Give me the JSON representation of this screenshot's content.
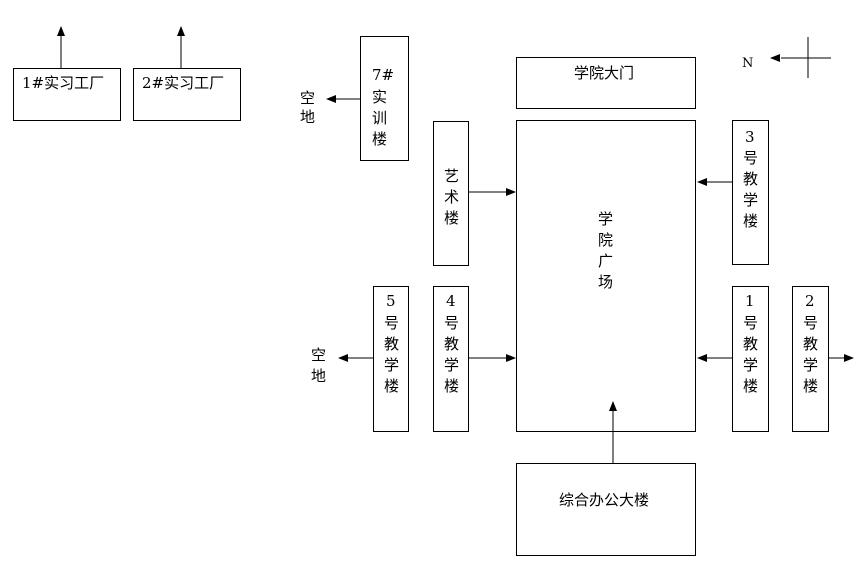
{
  "diagram": {
    "nodes": {
      "factory1": "1#实习工厂",
      "factory2": "2#实习工厂",
      "training7": [
        "7#",
        "实",
        "训",
        "楼"
      ],
      "gate": "学院大门",
      "art": [
        "艺",
        "术",
        "楼"
      ],
      "plaza": [
        "学",
        "院",
        "广",
        "场"
      ],
      "teach3": [
        "3",
        "号",
        "教",
        "学",
        "楼"
      ],
      "teach5": [
        "5",
        "号",
        "教",
        "学",
        "楼"
      ],
      "teach4": [
        "4",
        "号",
        "教",
        "学",
        "楼"
      ],
      "teach1": [
        "1",
        "号",
        "教",
        "学",
        "楼"
      ],
      "teach2": [
        "2",
        "号",
        "教",
        "学",
        "楼"
      ],
      "office": "综合办公大楼"
    },
    "open_space_top": [
      "空",
      "地"
    ],
    "open_space_bottom": [
      "空",
      "地"
    ],
    "compass_label": "N"
  },
  "colors": {
    "line": "#000000",
    "background": "#ffffff"
  }
}
